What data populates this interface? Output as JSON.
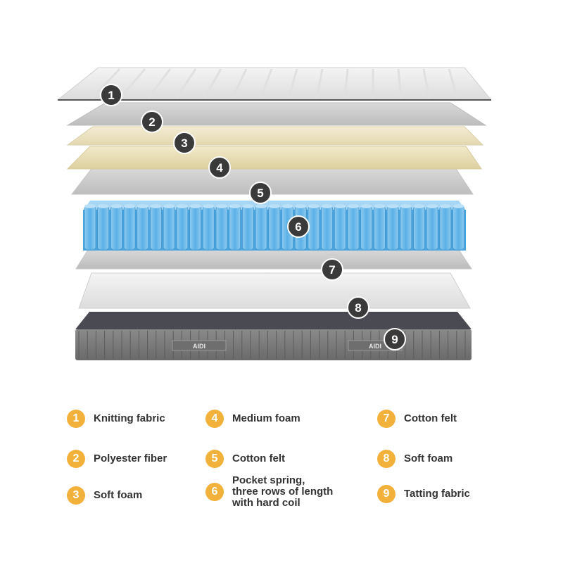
{
  "brand": "AIDI",
  "colors": {
    "legend_badge": "#f2b13a",
    "callout_badge": "#3a3a3a",
    "spring": "#6cb8e6",
    "base": "#7a7a7a"
  },
  "callouts": [
    "1",
    "2",
    "3",
    "4",
    "5",
    "6",
    "7",
    "8",
    "9"
  ],
  "legend": [
    {
      "num": "1",
      "label": "Knitting fabric"
    },
    {
      "num": "2",
      "label": "Polyester fiber"
    },
    {
      "num": "3",
      "label": "Soft foam"
    },
    {
      "num": "4",
      "label": "Medium foam"
    },
    {
      "num": "5",
      "label": "Cotton felt"
    },
    {
      "num": "6",
      "label": "Pocket spring,\nthree rows of length\nwith hard coil"
    },
    {
      "num": "7",
      "label": "Cotton felt"
    },
    {
      "num": "8",
      "label": "Soft foam"
    },
    {
      "num": "9",
      "label": "Tatting fabric"
    }
  ]
}
